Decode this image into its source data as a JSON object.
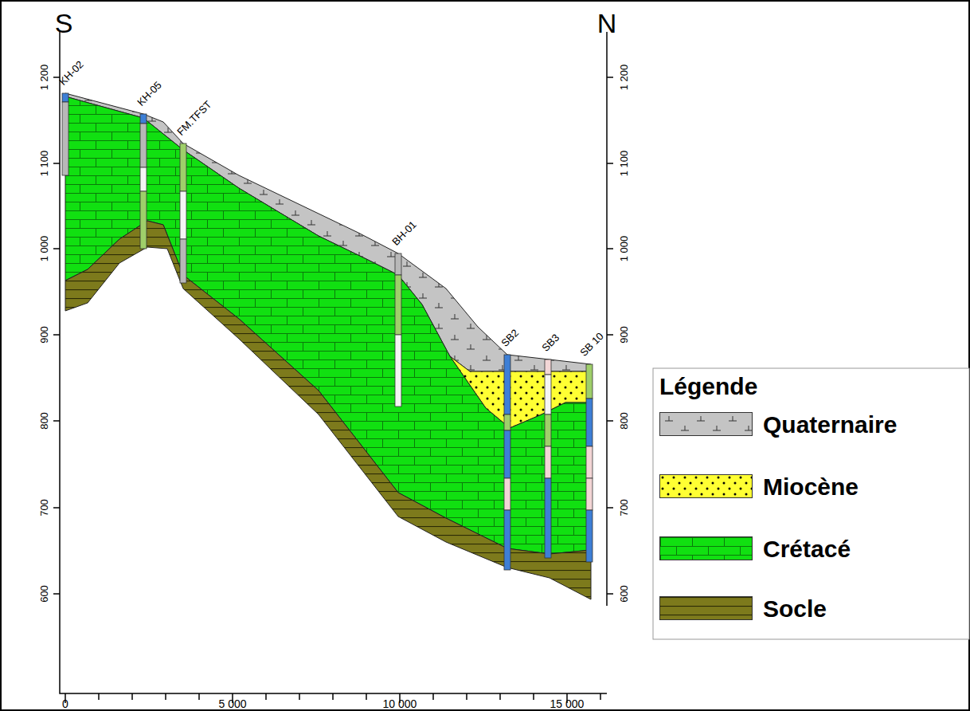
{
  "diagram": {
    "labels": [
      "S",
      "N",
      "KH-02",
      "KH-05",
      "FM.TFST",
      "BH-01",
      "SB2",
      "SB3",
      "SB 10",
      "1 200",
      "1 100",
      "1 000",
      "900",
      "800",
      "700",
      "600",
      "1 200",
      "1 100",
      "1 000",
      "900",
      "800",
      "700",
      "600",
      "0",
      "5 000",
      "10 000",
      "15 000",
      "Légende"
    ],
    "legend": [
      {
        "text": "Quaternaire",
        "color": "#c4c4c4"
      },
      {
        "text": "Miocène",
        "color": "#ffff33"
      },
      {
        "text": "Crétacé",
        "color": "#11e011"
      },
      {
        "text": "Socle",
        "color": "#7d7a1c"
      }
    ]
  }
}
